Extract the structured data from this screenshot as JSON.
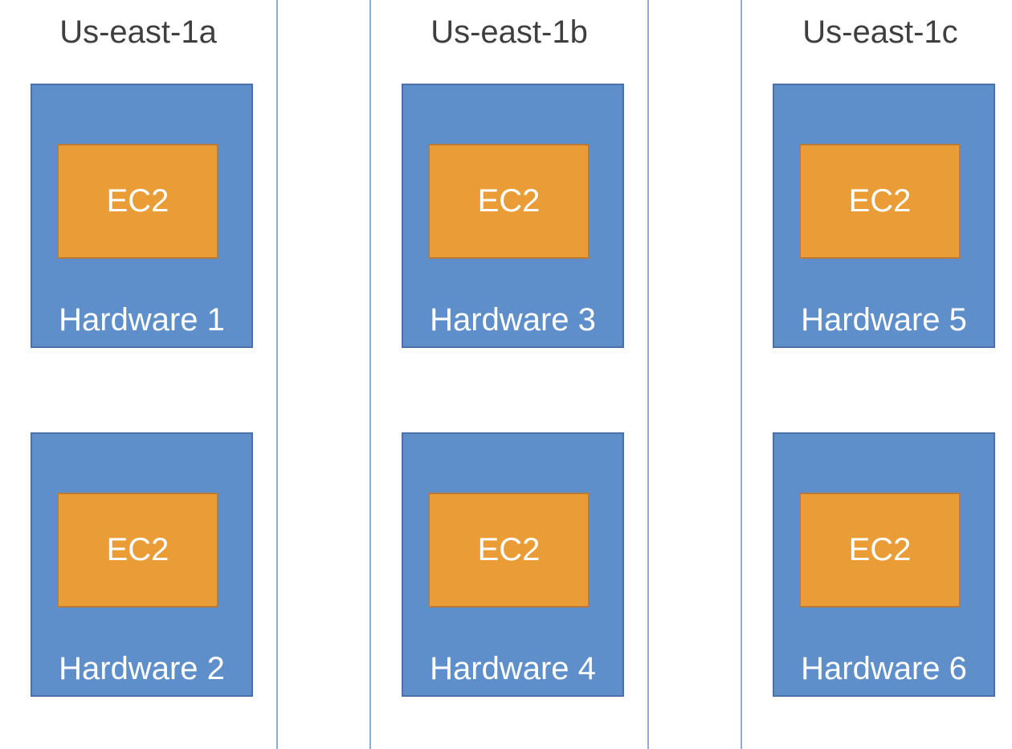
{
  "zones": [
    {
      "title": "Us-east-1a",
      "hardware": [
        {
          "label": "Hardware 1",
          "instance": "EC2"
        },
        {
          "label": "Hardware 2",
          "instance": "EC2"
        }
      ]
    },
    {
      "title": "Us-east-1b",
      "hardware": [
        {
          "label": "Hardware 3",
          "instance": "EC2"
        },
        {
          "label": "Hardware 4",
          "instance": "EC2"
        }
      ]
    },
    {
      "title": "Us-east-1c",
      "hardware": [
        {
          "label": "Hardware 5",
          "instance": "EC2"
        },
        {
          "label": "Hardware 6",
          "instance": "EC2"
        }
      ]
    }
  ],
  "colors": {
    "zone_border": "#8eaadb",
    "hardware_fill": "#5f8fcb",
    "ec2_fill": "#ea9c36",
    "title_text": "#3f3f3f"
  }
}
